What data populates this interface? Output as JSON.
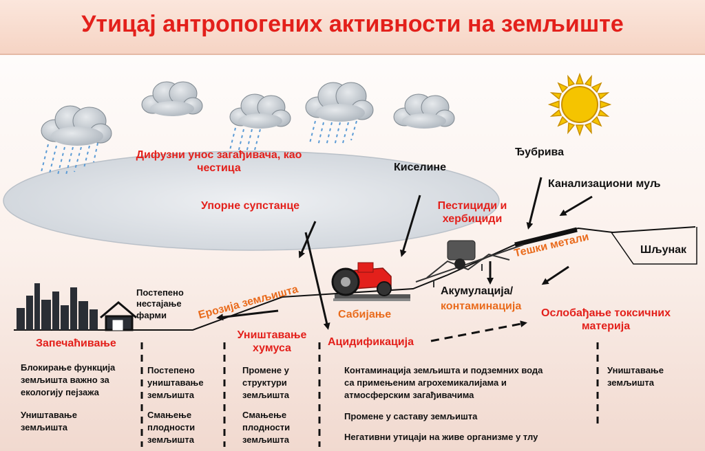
{
  "title": "Утицај антропогених активности на земљиште",
  "labels": {
    "diffuse": "Дифузни унос загађивача, као честица",
    "persistent": "Упорне супстанце",
    "acids": "Киселине",
    "fertilizers": "Ђубрива",
    "sewage": "Канализациони муљ",
    "pesticides": "Пестициди и хербициди",
    "heavy_metals": "Тешки метали",
    "gravel": "Шљунак",
    "farm_loss": "Постепено нестајање фарми",
    "erosion": "Ерозија земљишта",
    "compaction": "Сабијање",
    "accumulation": "Акумулација/",
    "contamination": "контаминација",
    "toxic_release": "Ослобађање токсичних материја",
    "sealing": "Запечаћивање",
    "humus": "Уништавање хумуса",
    "acidification": "Ацидификација"
  },
  "columns": {
    "sealing_text": [
      "Блокирање функција",
      "земљишта важно за",
      "екологију пејзажа",
      "",
      "Уништавање",
      "земљишта"
    ],
    "farm_text": [
      "Постепено",
      "уништавање",
      "земљишта",
      "",
      "Смањење",
      "плодности",
      "земљишта"
    ],
    "humus_text": [
      "Промене у",
      "структури",
      "земљишта",
      "",
      "Смањење",
      "плодности",
      "земљишта"
    ],
    "contam_text": [
      "Контаминација земљишта и подземних вода",
      "са примењеним агрохемикалијама и",
      "атмосферским загађивачима",
      "",
      "Промене у саставу земљишта",
      "",
      "Негативни утицаји на живе организме у тлу"
    ],
    "toxic_text": [
      "Уништавање",
      "земљишта"
    ]
  },
  "colors": {
    "title": "#e3201b",
    "red": "#e3201b",
    "orange": "#e96b1c",
    "cloud": "#b7bec6",
    "rain": "#5b9bd5",
    "sun": "#f5c400",
    "tractor": "#e3201b",
    "ellipse": "#d9dde2"
  }
}
